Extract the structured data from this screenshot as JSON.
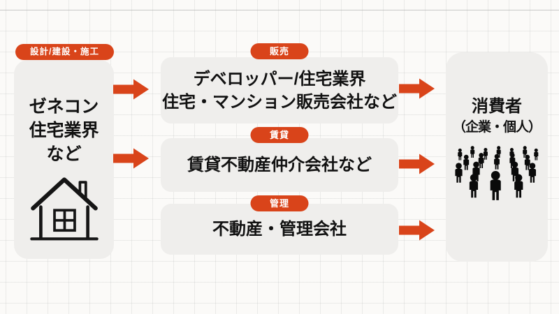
{
  "diagram": {
    "colors": {
      "accent": "#d9441a",
      "box_fill": "#efeeec",
      "text": "#111111",
      "tag_text": "#ffffff"
    },
    "source": {
      "tag": "設計/建設・施工",
      "line1": "ゼネコン",
      "line2": "住宅業界",
      "line3": "など",
      "icon": "house-icon"
    },
    "channels": [
      {
        "tag": "販売",
        "line1": "デベロッパー/住宅業界",
        "line2": "住宅・マンション販売会社など"
      },
      {
        "tag": "賃貸",
        "line1": "賃貸不動産仲介会社など"
      },
      {
        "tag": "管理",
        "line1": "不動産・管理会社"
      }
    ],
    "consumer": {
      "line1": "消費者",
      "line2": "（企業・個人）",
      "icon": "crowd-icon"
    }
  }
}
